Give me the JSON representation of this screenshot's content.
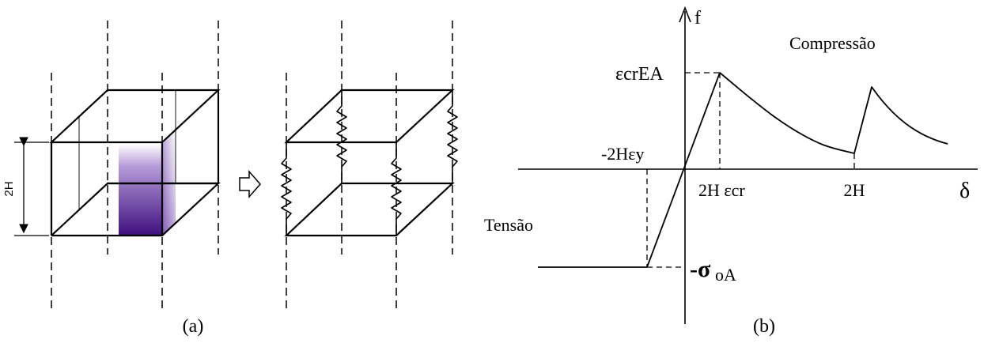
{
  "panel_a": {
    "caption": "(a)",
    "height_label": "2H"
  },
  "panel_b": {
    "caption": "(b)",
    "y_axis_label": "f",
    "x_axis_label": "δ",
    "region_compression": "Compressão",
    "region_tension": "Tensão",
    "label_peak_force": "εcrEA",
    "label_neg_yield_disp": "-2Hεy",
    "label_cr_disp": "2H εcr",
    "label_2h": "2H",
    "label_neg_sigma": "-σ",
    "label_neg_sigma_sub": "oA"
  }
}
